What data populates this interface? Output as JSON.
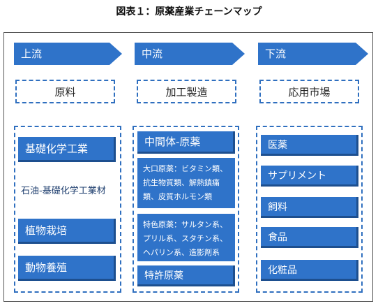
{
  "title": "図表１：原薬産業チェーンマップ",
  "stages": [
    {
      "arrow": "上流",
      "label": "原料"
    },
    {
      "arrow": "中流",
      "label": "加工製造"
    },
    {
      "arrow": "下流",
      "label": "応用市場"
    }
  ],
  "upstream": {
    "items": [
      "基礎化学工業",
      "石油-基礎化学工業材",
      "植物栽培",
      "動物養殖"
    ]
  },
  "midstream": {
    "header": "中間体-原薬",
    "bulk": "大口原薬：ビタミン類、抗生物質類、解熱鎮痛類、皮質ホルモン類",
    "specialty": "特色原薬：サルタン系、プリル系、スタチン系、ヘパリン系、造影剤系",
    "patent": "特許原薬"
  },
  "downstream": {
    "items": [
      "医薬",
      "サプリメント",
      "飼料",
      "食品",
      "化粧品"
    ]
  }
}
